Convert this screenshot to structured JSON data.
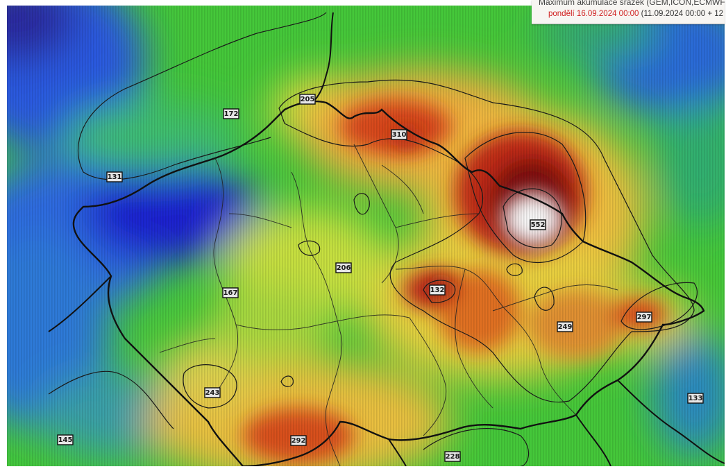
{
  "legend": {
    "title": "Maximum akumulace srážek (GEM,ICON,ECMWF,",
    "valid_time": "pondělí 16.09.2024 00:00",
    "period": "(11.09.2024 00:00 + 12"
  },
  "colors": {
    "deep_blue": "#1a1ad0",
    "blue": "#2f5ae0",
    "teal": "#2aa8a0",
    "green": "#3bcf3b",
    "yellow_green": "#b8e63a",
    "yellow": "#f2df3a",
    "orange": "#f0a030",
    "red": "#d83a1a",
    "dark_red": "#8a1010",
    "white_peak": "#f4f4f4"
  },
  "labels": [
    {
      "id": "label-205",
      "text": "205"
    },
    {
      "id": "label-172",
      "text": "172"
    },
    {
      "id": "label-131",
      "text": "131"
    },
    {
      "id": "label-310",
      "text": "310"
    },
    {
      "id": "label-552",
      "text": "552"
    },
    {
      "id": "label-206",
      "text": "206"
    },
    {
      "id": "label-132",
      "text": "132"
    },
    {
      "id": "label-167",
      "text": "167"
    },
    {
      "id": "label-243",
      "text": "243"
    },
    {
      "id": "label-292",
      "text": "292"
    },
    {
      "id": "label-249",
      "text": "249"
    },
    {
      "id": "label-297",
      "text": "297"
    },
    {
      "id": "label-145",
      "text": "145"
    },
    {
      "id": "label-228",
      "text": "228"
    },
    {
      "id": "label-133",
      "text": "133"
    }
  ]
}
